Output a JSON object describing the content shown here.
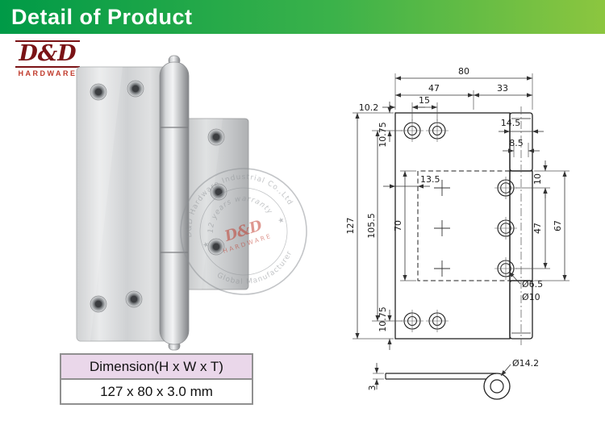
{
  "header": {
    "title": "Detail of Product"
  },
  "logo": {
    "brand": "D&D",
    "sub": "HARDWARE"
  },
  "watermark": {
    "arc_top": "D&D Hardware Industrial Co.,Ltd",
    "warranty": "12 years warranty",
    "arc_bottom": "Global Manufacturer",
    "center_brand": "D&D",
    "center_sub": "HARDWARE",
    "star": "★"
  },
  "drawing": {
    "width_total": "80",
    "width_left": "47",
    "width_right": "33",
    "edge_offset": "10.2",
    "hole_pitch_top": "15",
    "margin_top": "10.75",
    "margin_bottom": "10.75",
    "height_total": "127",
    "hole_span_vertical": "105.5",
    "leaf_height": "70",
    "leaf_inset": "13.5",
    "knuckle_width": "14.5",
    "pin_width": "8.5",
    "edge_to_hole": "10",
    "hole_pitch_right": "47",
    "leaf_span": "67",
    "hole_dia_inner": "Ø6.5",
    "hole_dia_outer": "Ø10",
    "knuckle_dia": "Ø14.2",
    "thickness": "3"
  },
  "table": {
    "header": "Dimension(H x W x T)",
    "value": "127 x 80 x 3.0 mm"
  }
}
